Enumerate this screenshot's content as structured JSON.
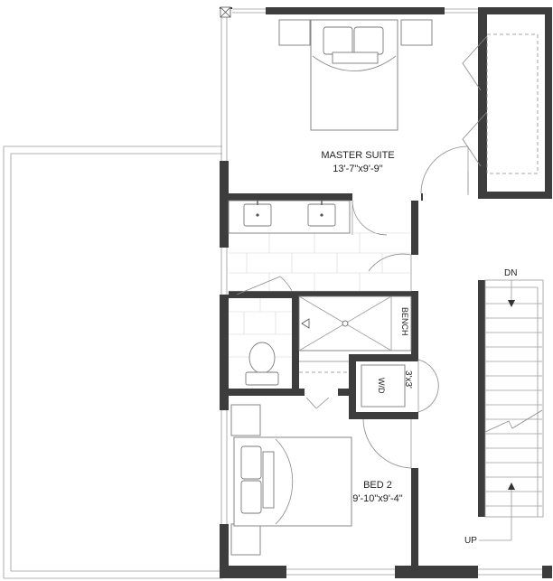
{
  "rooms": {
    "master": {
      "name": "MASTER SUITE",
      "dims": "13'-7\"x9'-9\""
    },
    "bed2": {
      "name": "BED 2",
      "dims": "9'-10\"x9'-4\""
    }
  },
  "labels": {
    "bench": "BENCH",
    "washer_dryer": "W/D",
    "wd_size": "3'x3'",
    "stair_down": "DN",
    "stair_up": "UP"
  },
  "colors": {
    "wall": "#3d3d3d",
    "line": "#9a9a9a",
    "tile": "#d6d6d6"
  }
}
